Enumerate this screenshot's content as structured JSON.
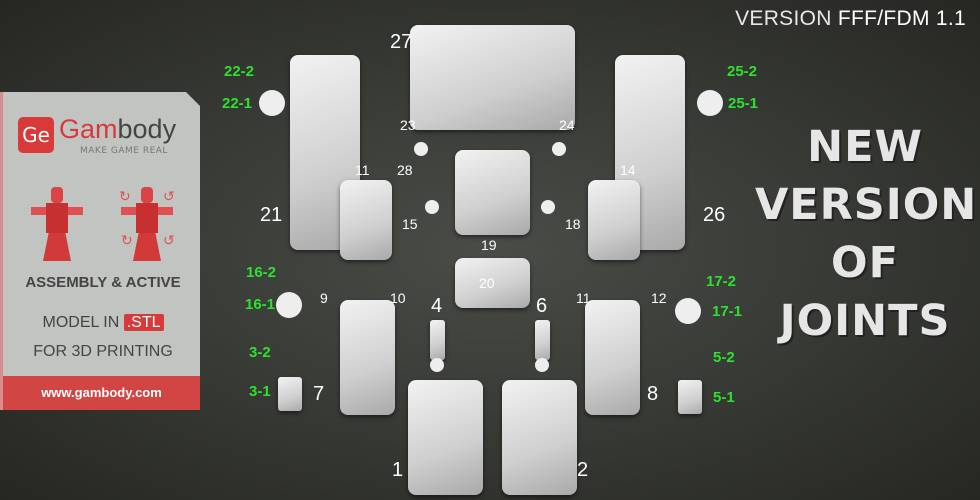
{
  "header": {
    "version_prefix": "VERSION ",
    "version_value": "FFF/FDM 1.1"
  },
  "headline": [
    "NEW",
    "VERSION",
    "OF",
    "JOINTS"
  ],
  "panel": {
    "brand_icon": "Ge",
    "brand_part1": "Gam",
    "brand_part2": "body",
    "tagline": "MAKE GAME REAL",
    "line1": "ASSEMBLY & ACTIVE",
    "line2_prefix": "MODEL IN ",
    "line2_badge": ".STL",
    "line3": "FOR 3D PRINTING",
    "website": "www.gambody.com"
  },
  "labels": [
    "27",
    "23",
    "24",
    "28",
    "11",
    "14",
    "15",
    "18",
    "19",
    "21",
    "26",
    "20",
    "9",
    "10",
    "4",
    "6",
    "11",
    "12",
    "7",
    "8",
    "1",
    "2"
  ],
  "green_labels": [
    "22-2",
    "22-1",
    "25-2",
    "25-1",
    "16-2",
    "16-1",
    "17-2",
    "17-1",
    "3-2",
    "3-1",
    "5-2",
    "5-1"
  ],
  "colors": {
    "accent": "#d83a3a",
    "label_green": "#2fe02f"
  }
}
